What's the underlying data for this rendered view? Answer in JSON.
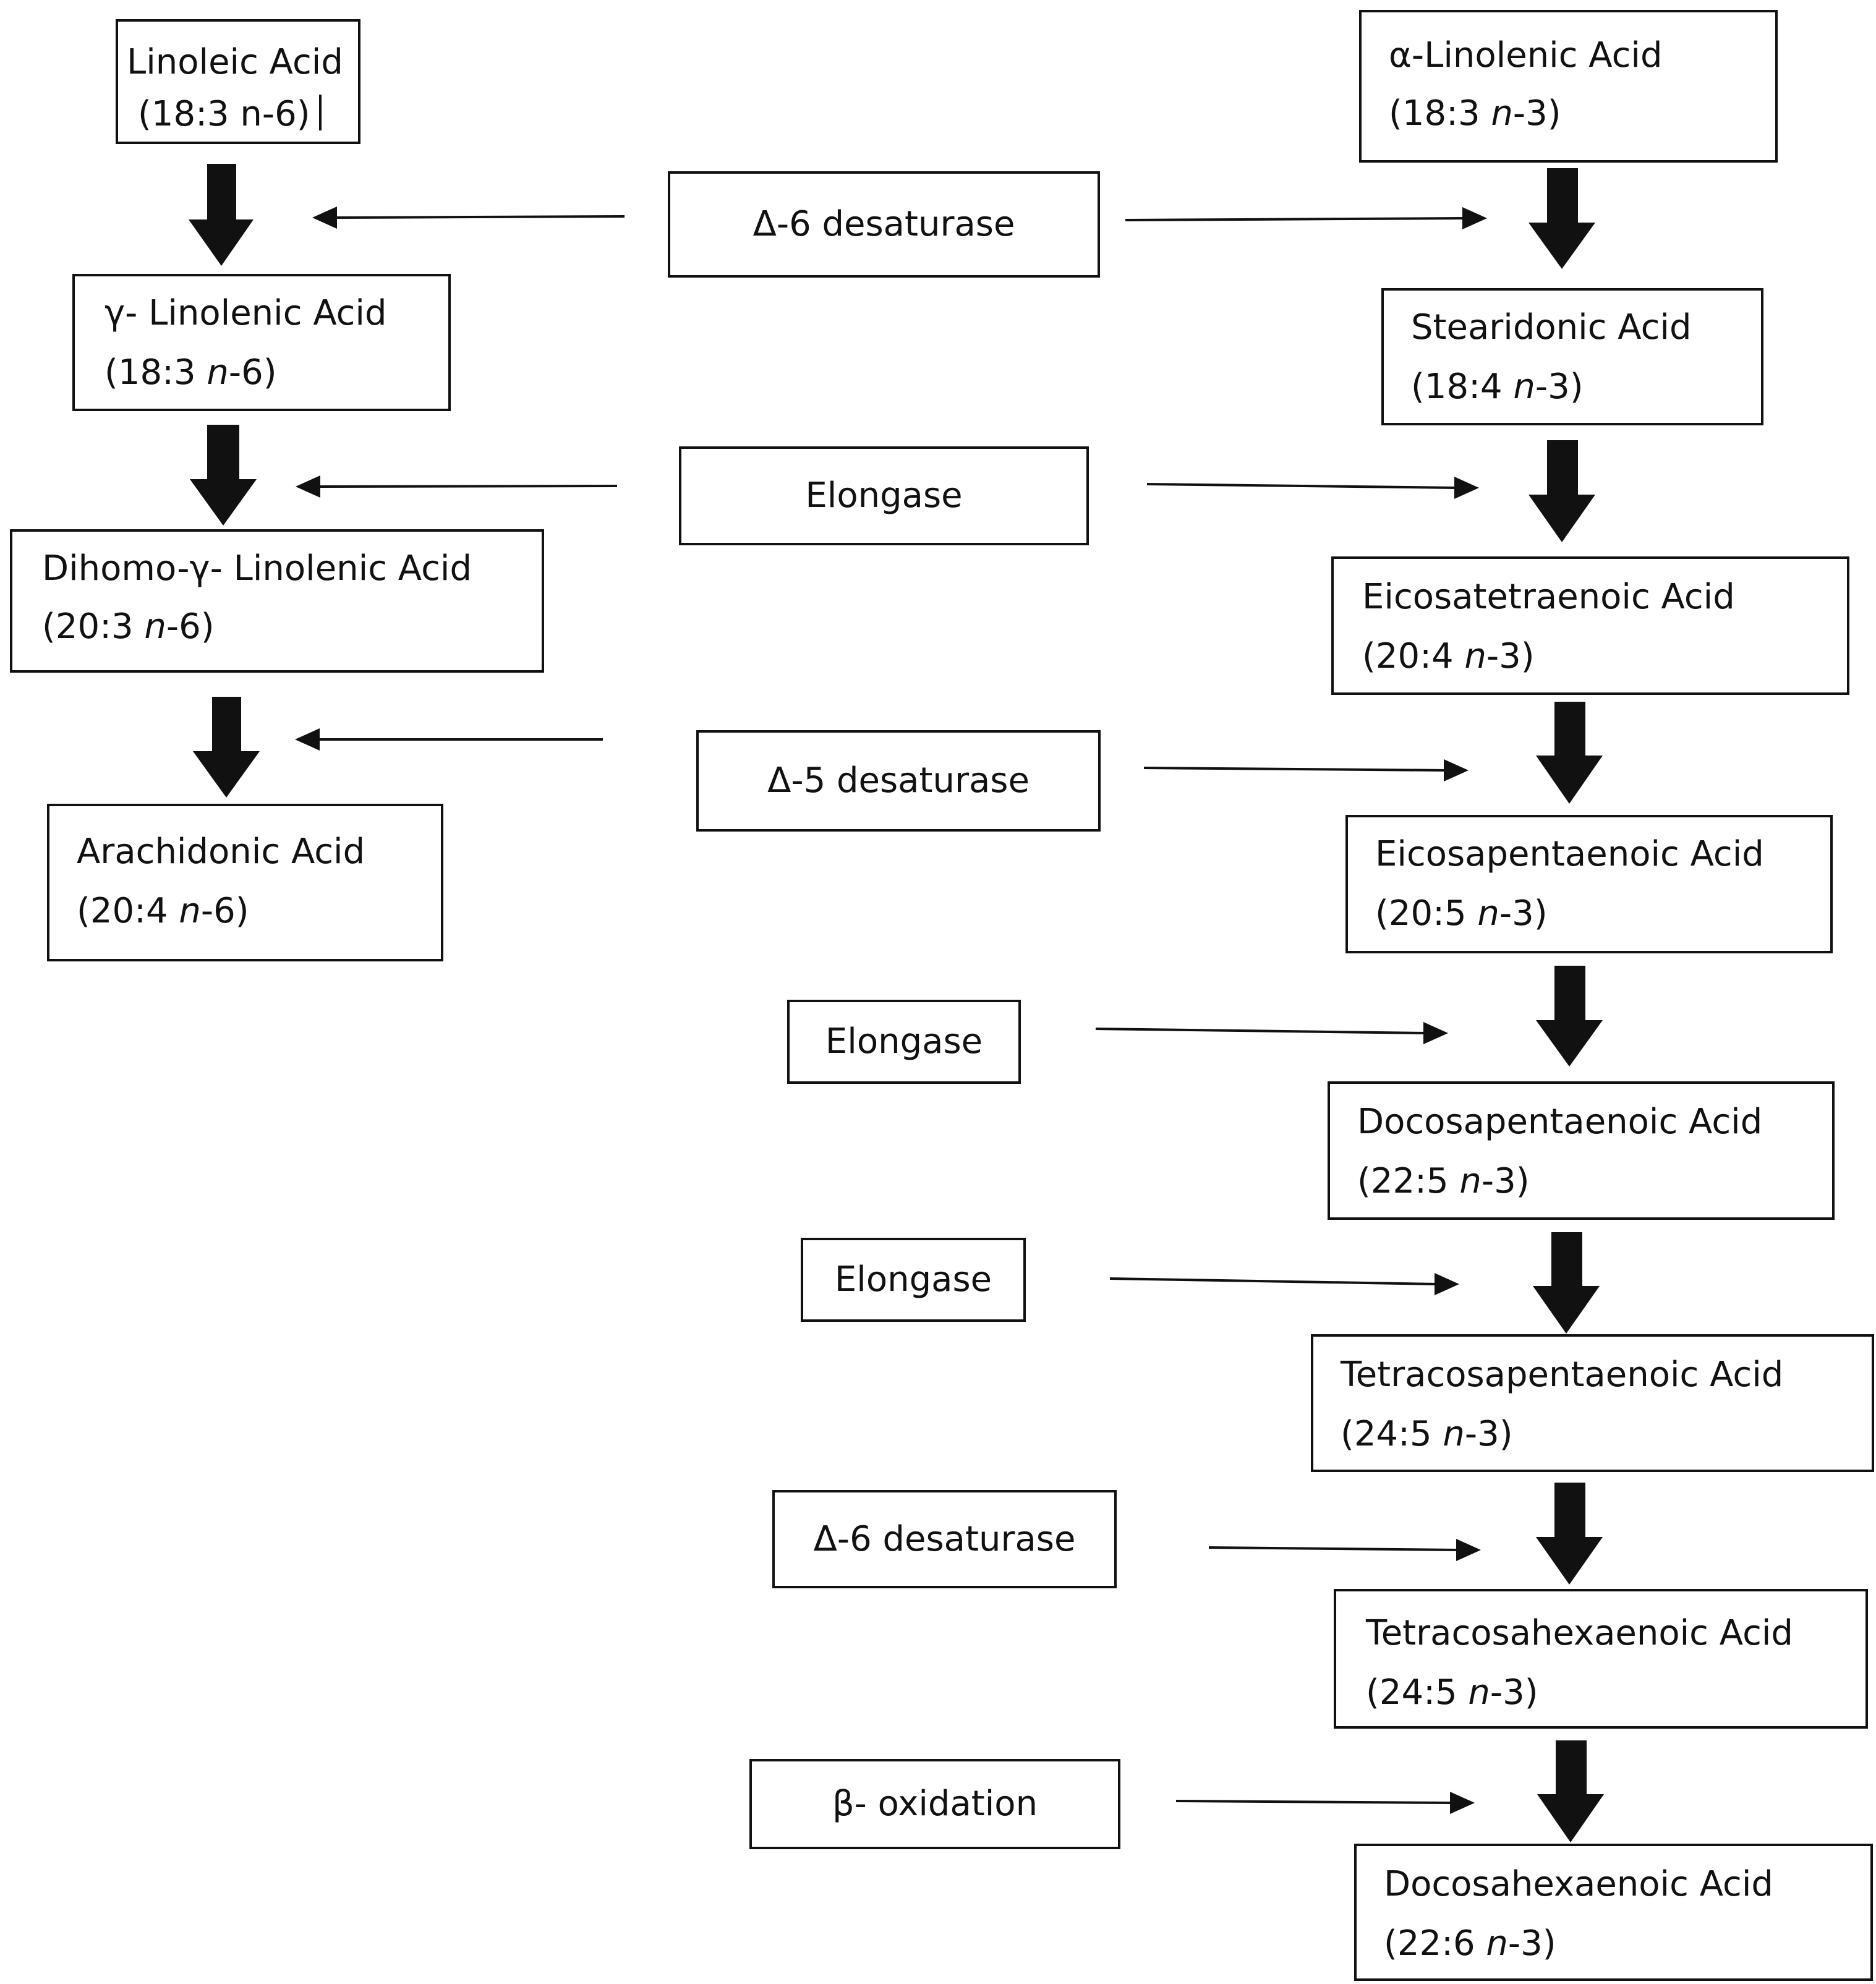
{
  "colors": {
    "line": "#111111",
    "background": "#ffffff"
  },
  "omega6": {
    "linoleic": {
      "name": "Linoleic Acid",
      "formula": "(18:3 n-6)"
    },
    "gla": {
      "name": "γ- Linolenic Acid",
      "formula_prefix": "(18:3 ",
      "formula_n": "n",
      "formula_suffix": "-6)"
    },
    "dgla": {
      "name": "Dihomo-γ- Linolenic Acid",
      "formula_prefix": "(20:3 ",
      "formula_n": "n",
      "formula_suffix": "-6)"
    },
    "aa": {
      "name": "Arachidonic Acid",
      "formula_prefix": "(20:4 ",
      "formula_n": "n",
      "formula_suffix": "-6)"
    }
  },
  "omega3": {
    "ala": {
      "name": "α-Linolenic Acid",
      "formula_prefix": "(18:3 ",
      "formula_n": "n",
      "formula_suffix": "-3)"
    },
    "sda": {
      "name": "Stearidonic Acid",
      "formula_prefix": "(18:4 ",
      "formula_n": "n",
      "formula_suffix": "-3)"
    },
    "eta": {
      "name": "Eicosatetraenoic Acid",
      "formula_prefix": "(20:4 ",
      "formula_n": "n",
      "formula_suffix": "-3)"
    },
    "epa": {
      "name": "Eicosapentaenoic Acid",
      "formula_prefix": "(20:5 ",
      "formula_n": "n",
      "formula_suffix": "-3)"
    },
    "dpa": {
      "name": "Docosapentaenoic Acid",
      "formula_prefix": "(22:5 ",
      "formula_n": "n",
      "formula_suffix": "-3)"
    },
    "tpa": {
      "name": "Tetracosapentaenoic Acid",
      "formula_prefix": "(24:5 ",
      "formula_n": "n",
      "formula_suffix": "-3)"
    },
    "tha": {
      "name": "Tetracosahexaenoic Acid",
      "formula_prefix": "(24:5 ",
      "formula_n": "n",
      "formula_suffix": "-3)"
    },
    "dha": {
      "name": "Docosahexaenoic Acid",
      "formula_prefix": "(22:6 ",
      "formula_n": "n",
      "formula_suffix": "-3)"
    }
  },
  "enzymes": {
    "d6_top": "Δ-6 desaturase",
    "elongase_1": "Elongase",
    "d5": "Δ-5 desaturase",
    "elongase_2": "Elongase",
    "elongase_3": "Elongase",
    "d6_bottom": "Δ-6 desaturase",
    "beta_ox": "β- oxidation"
  }
}
